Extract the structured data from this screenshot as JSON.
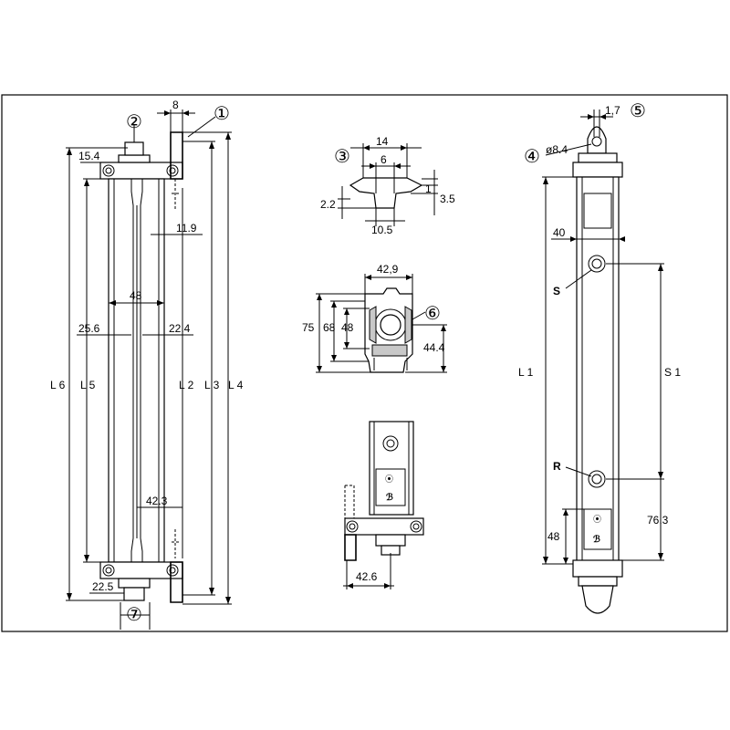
{
  "left_view": {
    "callouts": [
      "①",
      "②",
      "⑦"
    ],
    "dimensions": {
      "top_flange": "8",
      "top_offset": "15.4",
      "side_offset": "11.9",
      "width": "48",
      "left_half": "25.6",
      "right_half": "22.4",
      "lower_offset": "42.3",
      "bottom_offset": "22.5"
    },
    "length_labels": {
      "l6": "L 6",
      "l5": "L 5",
      "l2": "L 2",
      "l3": "L 3",
      "l4": "L 4"
    }
  },
  "slot_detail": {
    "callout": "③",
    "dimensions": {
      "outer_width": "14",
      "inner_width": "6",
      "lip": "1",
      "height": "3.5",
      "depth": "2.2",
      "base_width": "10.5"
    }
  },
  "section_view": {
    "callout": "⑥",
    "dimensions": {
      "width": "42,9",
      "total_height": "75",
      "height_68": "68",
      "height_48": "48",
      "offset": "44.4"
    }
  },
  "bracket_view": {
    "dimensions": {
      "width": "42.6"
    }
  },
  "right_view": {
    "callouts": {
      "hole": "④",
      "pin": "⑤"
    },
    "dimensions": {
      "pin_width": "1,7",
      "hole_diameter": "ø8.4",
      "width": "40",
      "bottom_height": "48",
      "lower_offset": "76.3"
    },
    "labels": {
      "s": "S",
      "r": "R",
      "l1": "L 1",
      "s1": "S 1"
    }
  }
}
